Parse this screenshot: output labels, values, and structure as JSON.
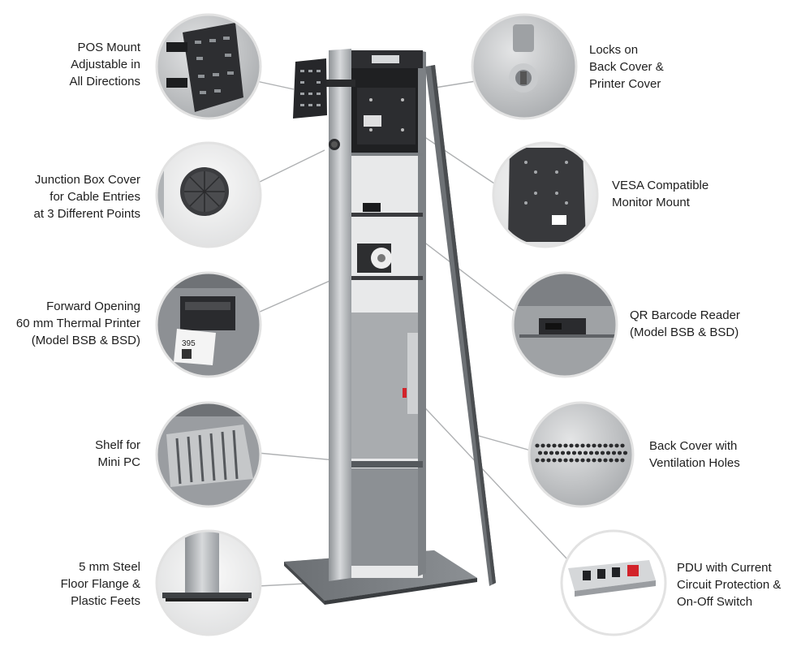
{
  "colors": {
    "background": "#ffffff",
    "steel": "#b9bcbf",
    "steel_dark": "#5f6367",
    "panel_black": "#2b2c2e",
    "circle_border": "#d8d8d8",
    "leader_line": "#aeb0b2",
    "text": "#1e1e1e",
    "accent_red": "#d2232a"
  },
  "callouts": {
    "pos_mount": {
      "lines": [
        "POS Mount",
        "Adjustable in",
        "All Directions"
      ],
      "icon": "pos-mount-bracket-icon"
    },
    "junction_box": {
      "lines": [
        "Junction Box Cover",
        "for Cable Entries",
        "at 3 Different Points"
      ],
      "icon": "grommet-icon"
    },
    "thermal_printer": {
      "lines": [
        "Forward Opening",
        "60 mm Thermal Printer",
        "(Model BSB & BSD)"
      ],
      "icon": "printer-icon",
      "receipt_number": "395"
    },
    "shelf_pc": {
      "lines": [
        "Shelf for",
        "Mini PC"
      ],
      "icon": "wire-shelf-icon"
    },
    "floor_flange": {
      "lines": [
        "5 mm Steel",
        "Floor Flange &",
        "Plastic Feets"
      ],
      "icon": "floor-flange-icon"
    },
    "locks": {
      "lines": [
        "Locks on",
        "Back Cover &",
        "Printer Cover"
      ],
      "icon": "lock-icon"
    },
    "vesa": {
      "lines": [
        "VESA Compatible",
        "Monitor Mount"
      ],
      "icon": "vesa-plate-icon"
    },
    "qr_reader": {
      "lines": [
        "QR Barcode Reader",
        "(Model BSB & BSD)"
      ],
      "icon": "barcode-reader-icon"
    },
    "back_cover": {
      "lines": [
        "Back Cover with",
        "Ventilation Holes"
      ],
      "icon": "vent-holes-icon"
    },
    "pdu": {
      "lines": [
        "PDU with Current",
        "Circuit Protection &",
        "On-Off Switch"
      ],
      "icon": "power-strip-icon"
    }
  }
}
